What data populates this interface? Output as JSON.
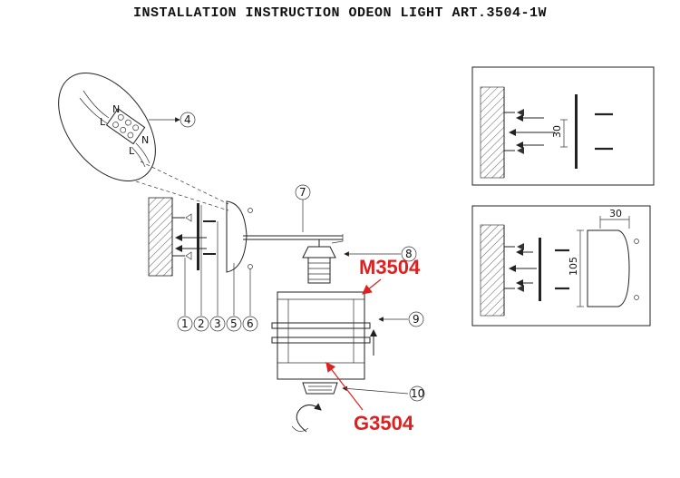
{
  "title": "INSTALLATION INSTRUCTION ODEON LIGHT ART.3504-1W",
  "colors": {
    "accent_red": "#e01f1f",
    "line": "#222222"
  },
  "callouts": {
    "c1": "1",
    "c2": "2",
    "c3": "3",
    "c4": "4",
    "c5": "5",
    "c6": "6",
    "c7": "7",
    "c8": "8",
    "c9": "9",
    "c10": "10"
  },
  "wiring": {
    "l1": "L",
    "n1": "N",
    "l2": "L",
    "n2": "N"
  },
  "part_labels": {
    "shade": "M3504",
    "bulb": "G3504"
  },
  "dims": {
    "top_spacing": "30",
    "bottom_depth": "30",
    "bottom_height": "105"
  }
}
